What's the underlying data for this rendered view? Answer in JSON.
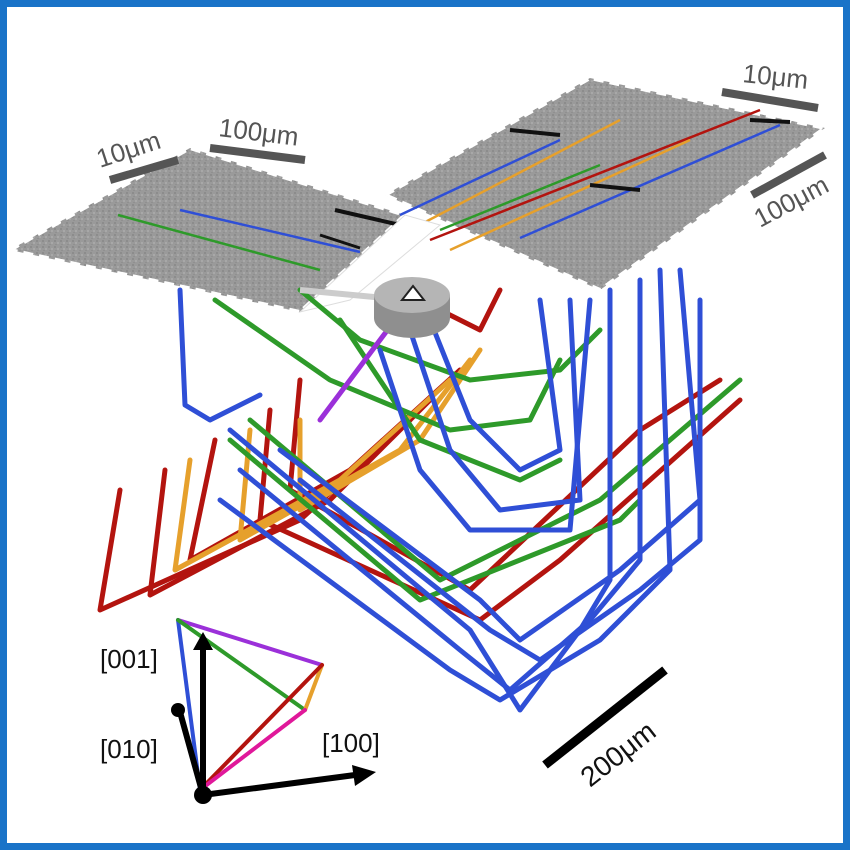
{
  "figure": {
    "left_panel": {
      "scale_small": "10μm",
      "scale_large": "100μm"
    },
    "right_panel": {
      "scale_small": "10μm",
      "scale_large": "100μm"
    },
    "main_scale": "200μm",
    "axes": {
      "z": "[001]",
      "y": "[010]",
      "x": "[100]"
    },
    "colors": {
      "blue": "#2f4fd6",
      "green": "#2e9a2a",
      "red": "#b3140f",
      "orange": "#e6a02c",
      "purple": "#9b30d9",
      "magenta": "#e0189a",
      "frame": "#1a73c8"
    },
    "icons": [
      "indenter-icon"
    ]
  }
}
